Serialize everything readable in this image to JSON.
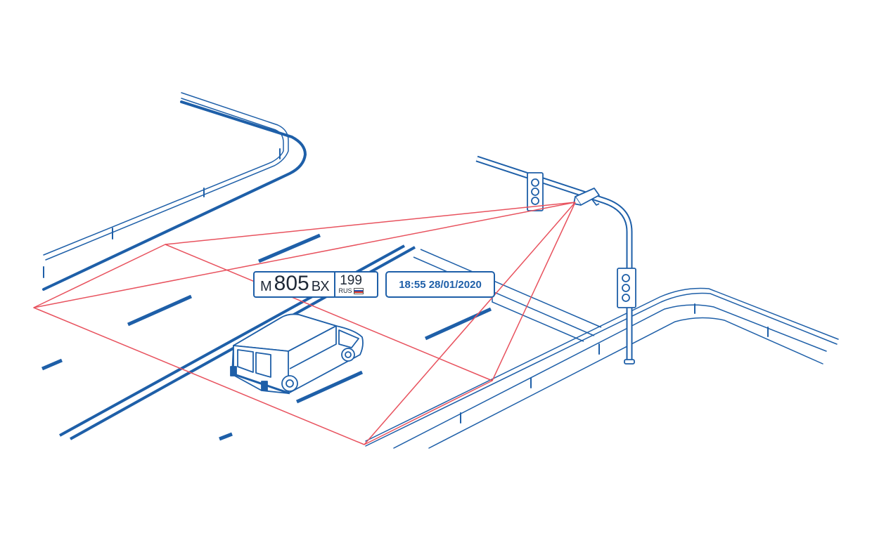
{
  "plate": {
    "letter_left": "М",
    "digits": "805",
    "letters_right": "ВХ",
    "region": "199",
    "country": "RUS"
  },
  "timestamp": "18:55 28/01/2020",
  "colors": {
    "line_blue": "#1e5fa8",
    "camera_red": "#e8525e",
    "flag_white": "#ffffff",
    "flag_blue": "#2a4fb0",
    "flag_red": "#d52b1e"
  },
  "icons": [
    "camera-icon",
    "traffic-light-icon",
    "van-icon",
    "flag-icon"
  ]
}
